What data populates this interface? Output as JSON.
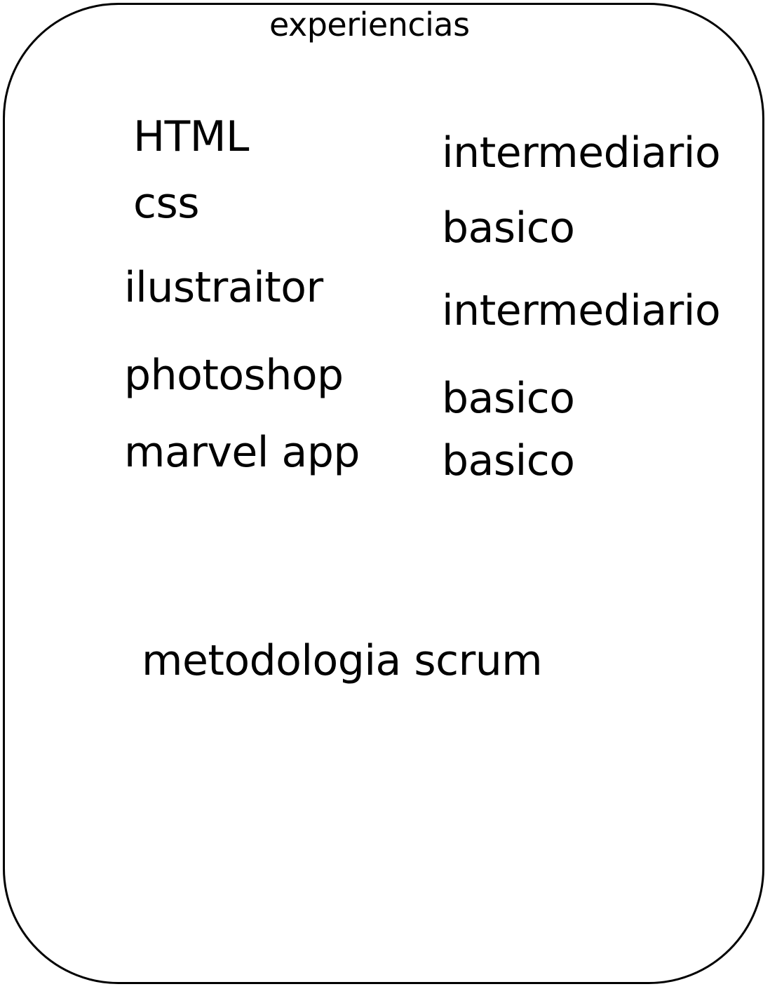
{
  "title": "experiencias",
  "skills": [
    {
      "name": "HTML",
      "level": "intermediario"
    },
    {
      "name": "css",
      "level": "basico"
    },
    {
      "name": "ilustraitor",
      "level": "intermediario"
    },
    {
      "name": "photoshop",
      "level": "basico"
    },
    {
      "name": "marvel app",
      "level": "basico"
    }
  ],
  "methodology": "metodologia scrum"
}
